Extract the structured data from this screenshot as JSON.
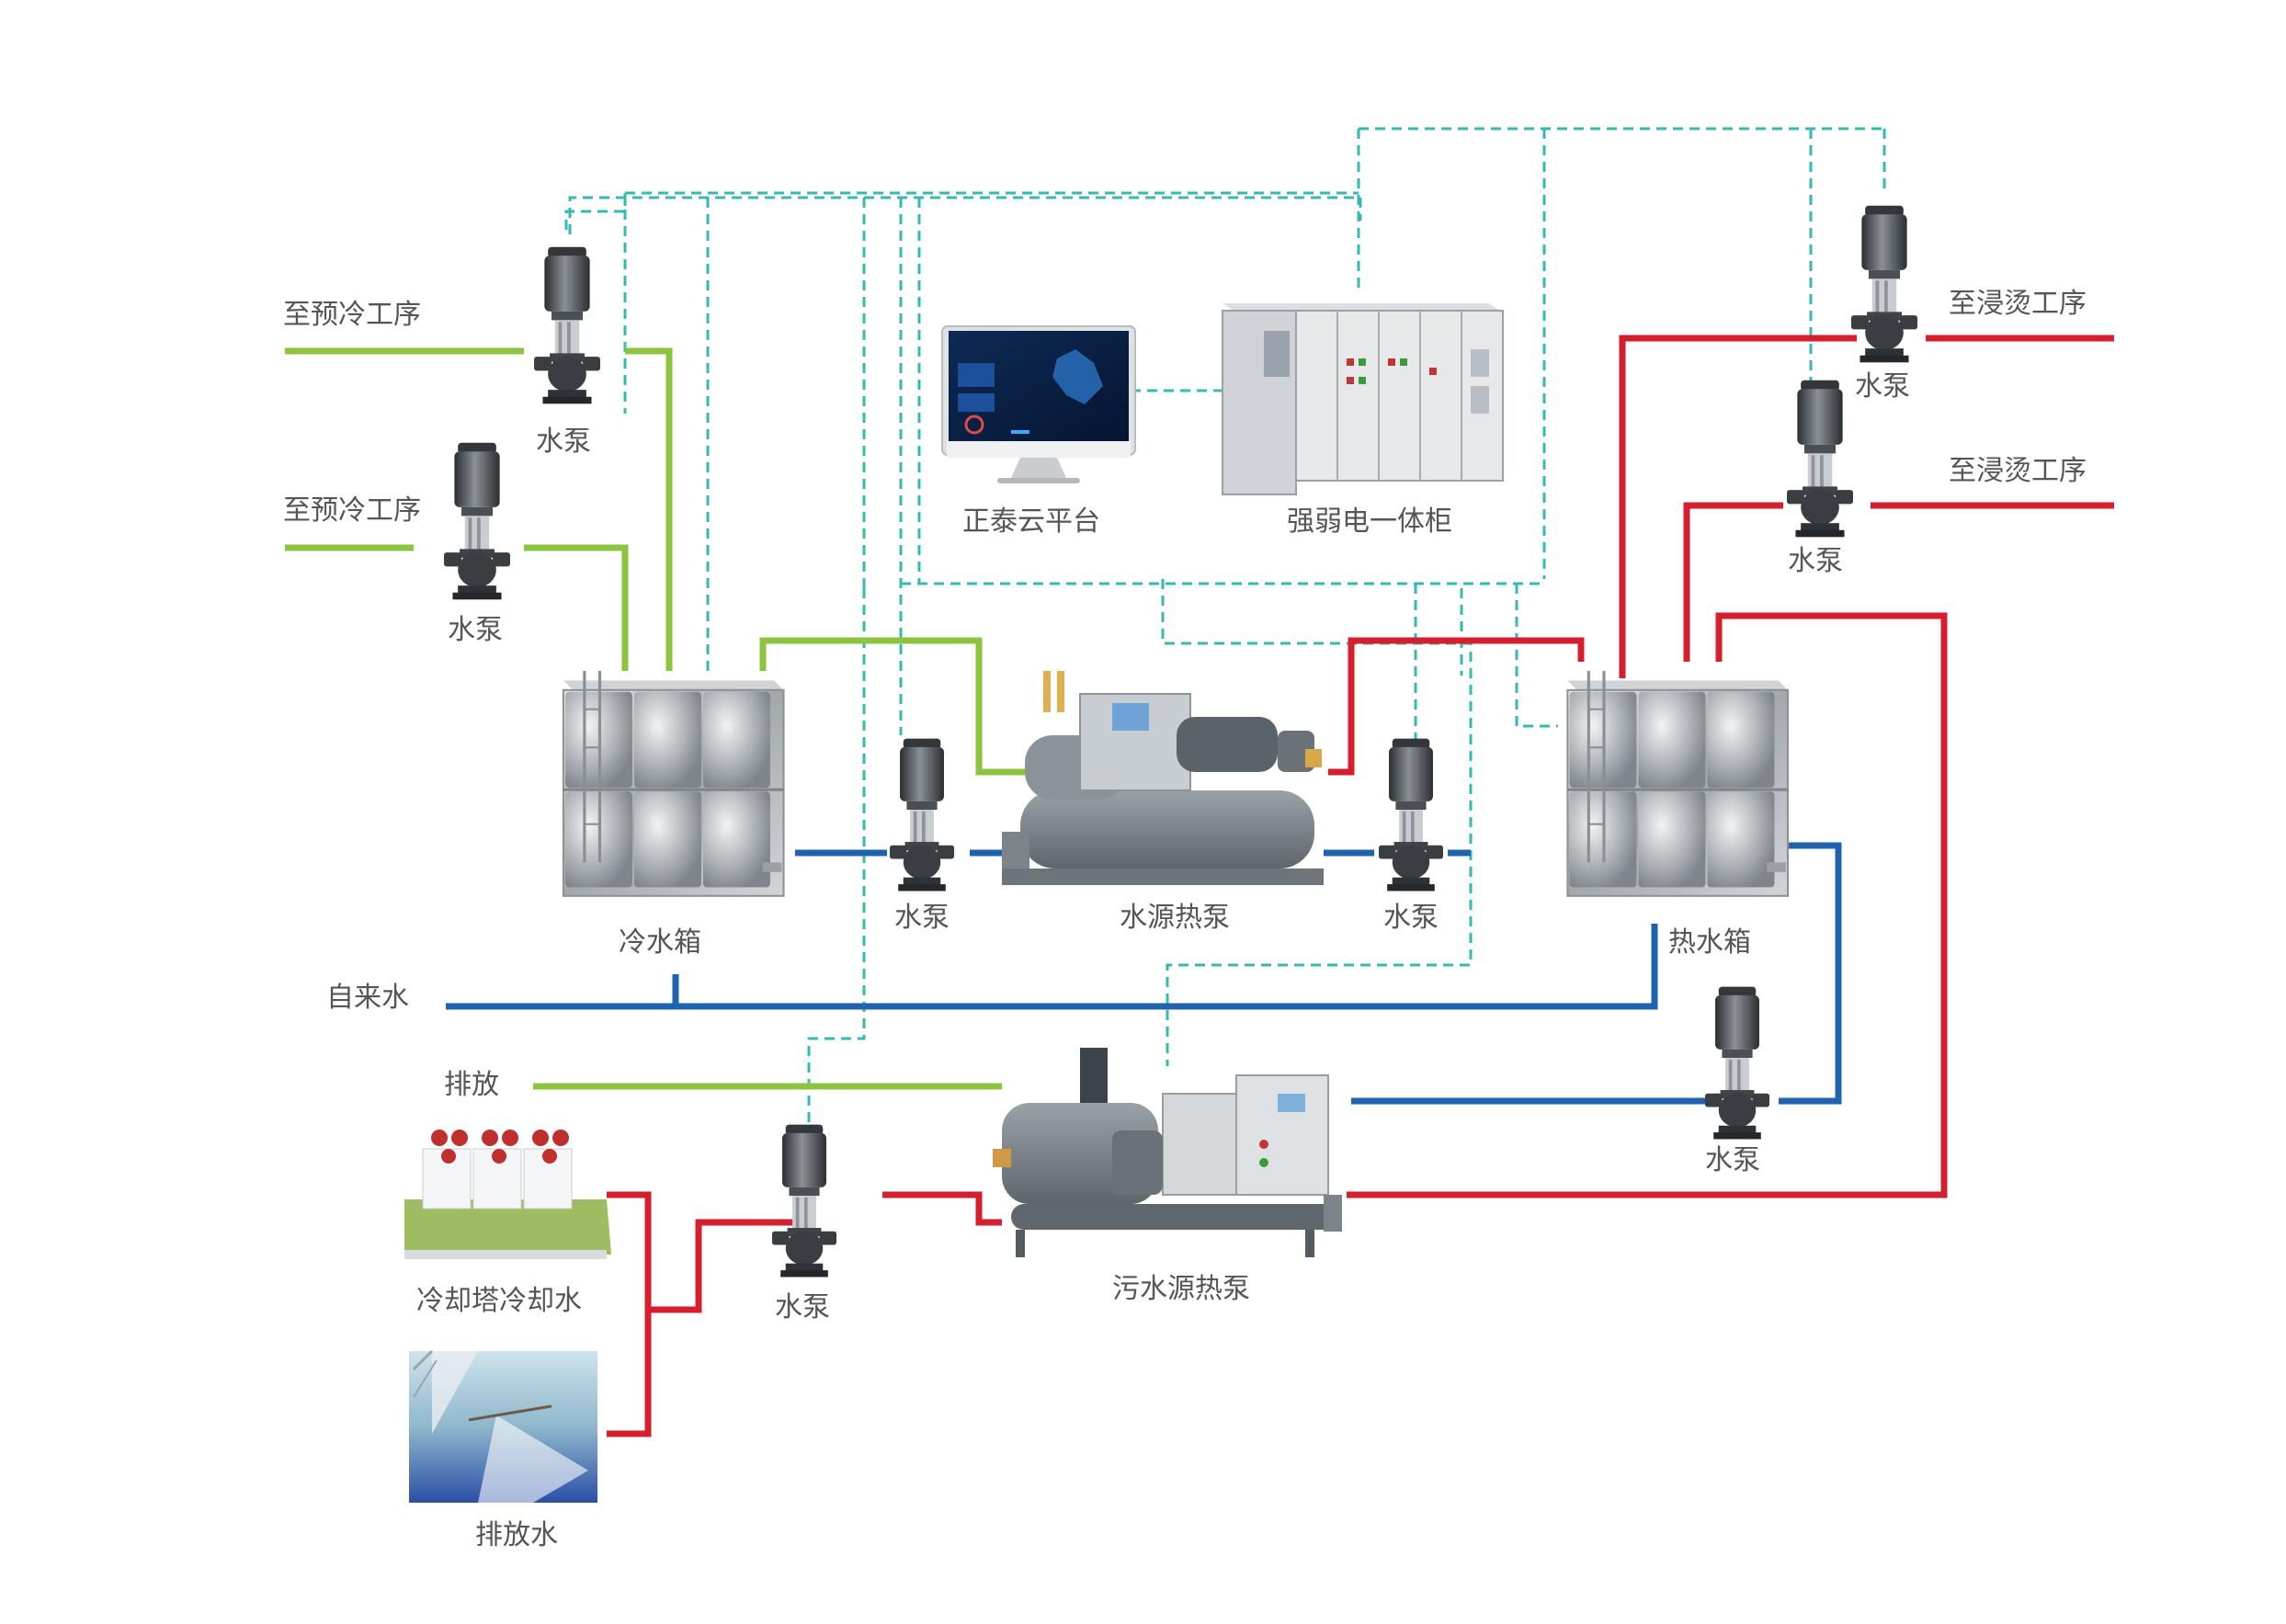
{
  "colors": {
    "green": "#8cc43f",
    "red": "#d61f2e",
    "blue": "#1f63b0",
    "control": "#35b9b4",
    "label": "#555555"
  },
  "labels": {
    "to_precool_1": "至预冷工序",
    "to_precool_2": "至预冷工序",
    "pump_top_left": "水泵",
    "pump_left": "水泵",
    "cloud_platform": "正泰云平台",
    "power_cabinet": "强弱电一体柜",
    "cold_tank": "冷水箱",
    "pump_middle_left": "水泵",
    "water_source_heat_pump": "水源热泵",
    "pump_middle_right": "水泵",
    "hot_tank": "热水箱",
    "tap_water": "自来水",
    "discharge": "排放",
    "cooling_tower_water": "冷却塔冷却水",
    "pump_bottom": "水泵",
    "sewage_heat_pump": "污水源热泵",
    "discharge_water": "排放水",
    "pump_top_right": "水泵",
    "pump_right_2": "水泵",
    "to_scald_1": "至浸烫工序",
    "to_scald_2": "至浸烫工序",
    "pump_lower_right": "水泵"
  },
  "icons": {
    "pump": "vertical-inline-pump-icon",
    "tank": "stainless-steel-water-tank",
    "monitor": "desktop-monitor",
    "cabinet": "electrical-control-cabinet",
    "heat_pump": "screw-heat-pump-unit",
    "tower": "cooling-tower",
    "channel": "discharge-water-channel"
  }
}
